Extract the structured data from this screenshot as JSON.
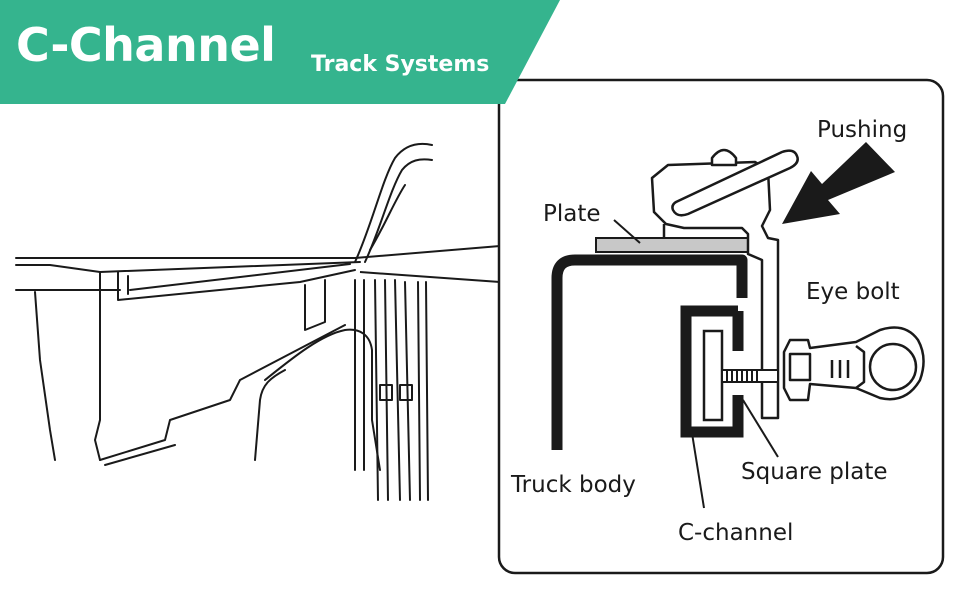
{
  "header": {
    "title": "C-Channel",
    "subtitle": "Track Systems",
    "banner_color": "#35b48e"
  },
  "diagram": {
    "labels": {
      "pushing": "Pushing",
      "plate": "Plate",
      "eye_bolt": "Eye bolt",
      "truck_body": "Truck body",
      "square_plate": "Square plate",
      "c_channel": "C-channel"
    },
    "colors": {
      "line": "#1a1a1a",
      "plate_fill": "#c8c8c8"
    }
  }
}
